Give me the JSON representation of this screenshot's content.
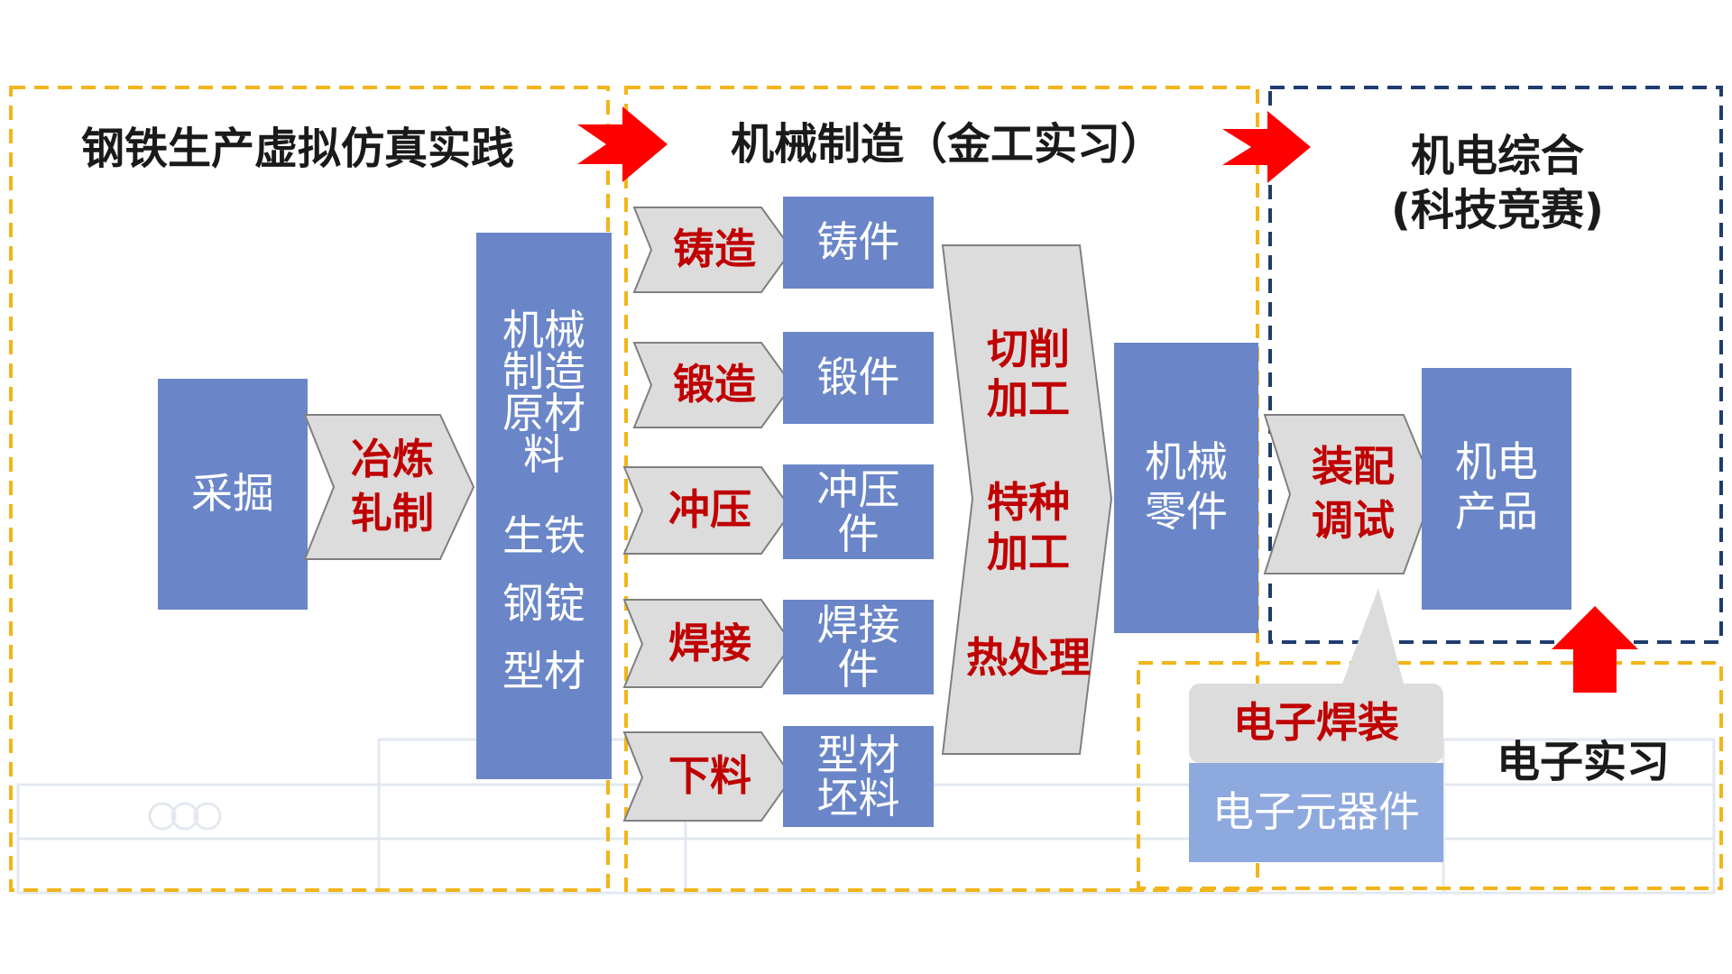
{
  "colors": {
    "box_blue": "#6a86c8",
    "box_light_blue": "#8ea9de",
    "arrow_gray": "#dcdcdc",
    "process_red": "#c00000",
    "dashed_gold": "#f2b51a",
    "dashed_navy": "#1f3c6e",
    "big_arrow_red": "#ff0000"
  },
  "sections": {
    "steel": "钢铁生产虚拟仿真实践",
    "mech": "机械制造（金工实习）",
    "mechatronics": "机电综合\n(科技竞赛)",
    "electronic": "电子实习"
  },
  "nodes": {
    "mining": "采掘",
    "smelting": "冶炼\n轧制",
    "raw_title": "机械\n制造\n原材\n料",
    "raw_items": [
      "生铁",
      "钢锭",
      "型材"
    ],
    "processes": [
      {
        "process": "铸造",
        "product": "铸件"
      },
      {
        "process": "锻造",
        "product": "锻件"
      },
      {
        "process": "冲压",
        "product": "冲压\n件"
      },
      {
        "process": "焊接",
        "product": "焊接\n件"
      },
      {
        "process": "下料",
        "product": "型材\n坯料"
      }
    ],
    "machining": [
      "切削\n加工",
      "特种\n加工",
      "热处理"
    ],
    "parts": "机械\n零件",
    "assembly": "装配\n调试",
    "product": "机电\n产品",
    "electronic_welding": "电子焊装",
    "components": "电子元器件"
  },
  "icons": [
    "arrow-right-icon",
    "arrow-up-icon",
    "campus-building-watermark"
  ]
}
